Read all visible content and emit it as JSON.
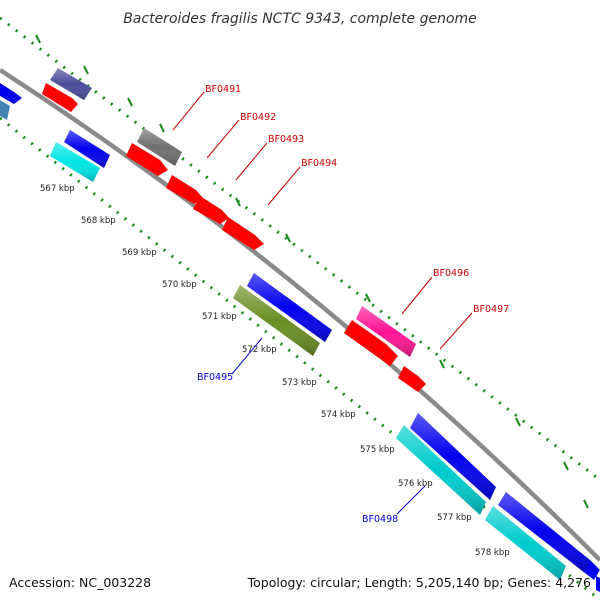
{
  "title": "Bacteroides fragilis NCTC 9343, complete genome",
  "footer": {
    "accession": "Accession: NC_003228",
    "topology": "Topology: circular; Length: 5,205,140 bp; Genes: 4,276"
  },
  "colors": {
    "backbone": "#8a8a8a",
    "tick_dots": "#1a8a1a",
    "label_red": "#cc0000",
    "label_blue": "#0000cc"
  },
  "kbp_labels": [
    "567 kbp",
    "568 kbp",
    "569 kbp",
    "570 kbp",
    "571 kbp",
    "572 kbp",
    "573 kbp",
    "574 kbp",
    "575 kbp",
    "576 kbp",
    "577 kbp",
    "578 kbp"
  ],
  "gene_labels": [
    {
      "name": "BF0491",
      "color": "red"
    },
    {
      "name": "BF0492",
      "color": "red"
    },
    {
      "name": "BF0493",
      "color": "red"
    },
    {
      "name": "BF0494",
      "color": "red"
    },
    {
      "name": "BF0496",
      "color": "red"
    },
    {
      "name": "BF0497",
      "color": "red"
    },
    {
      "name": "BF0495",
      "color": "blue"
    },
    {
      "name": "BF0498",
      "color": "blue"
    }
  ],
  "features": [
    {
      "name": "feature-1",
      "color": "#4b4b9a",
      "strand": "outer-2"
    },
    {
      "name": "feature-2",
      "color": "#ff0000",
      "strand": "outer-1"
    },
    {
      "name": "feature-3",
      "color": "#0000ee",
      "strand": "inner-1"
    },
    {
      "name": "feature-4",
      "color": "#00e5e5",
      "strand": "inner-2"
    },
    {
      "name": "feature-5",
      "color": "#707070",
      "strand": "outer-2"
    },
    {
      "name": "feature-6",
      "color": "#ff0000",
      "strand": "outer-1"
    },
    {
      "name": "feature-7",
      "color": "#ff0000",
      "strand": "outer-1"
    },
    {
      "name": "feature-8",
      "color": "#ff0000",
      "strand": "outer-1"
    },
    {
      "name": "feature-9",
      "color": "#ff0000",
      "strand": "outer-1"
    },
    {
      "name": "feature-10",
      "color": "#0000ee",
      "strand": "inner-1"
    },
    {
      "name": "feature-11",
      "color": "#6b8e23",
      "strand": "inner-2"
    },
    {
      "name": "feature-12",
      "color": "#ff1493",
      "strand": "outer-2"
    },
    {
      "name": "feature-13",
      "color": "#ff0000",
      "strand": "outer-1"
    },
    {
      "name": "feature-14",
      "color": "#ff0000",
      "strand": "outer-1"
    },
    {
      "name": "feature-15",
      "color": "#0000ee",
      "strand": "inner-1"
    },
    {
      "name": "feature-16",
      "color": "#00cccc",
      "strand": "inner-2"
    },
    {
      "name": "feature-17",
      "color": "#0000ee",
      "strand": "inner-1"
    },
    {
      "name": "feature-18",
      "color": "#00cccc",
      "strand": "inner-2"
    }
  ]
}
